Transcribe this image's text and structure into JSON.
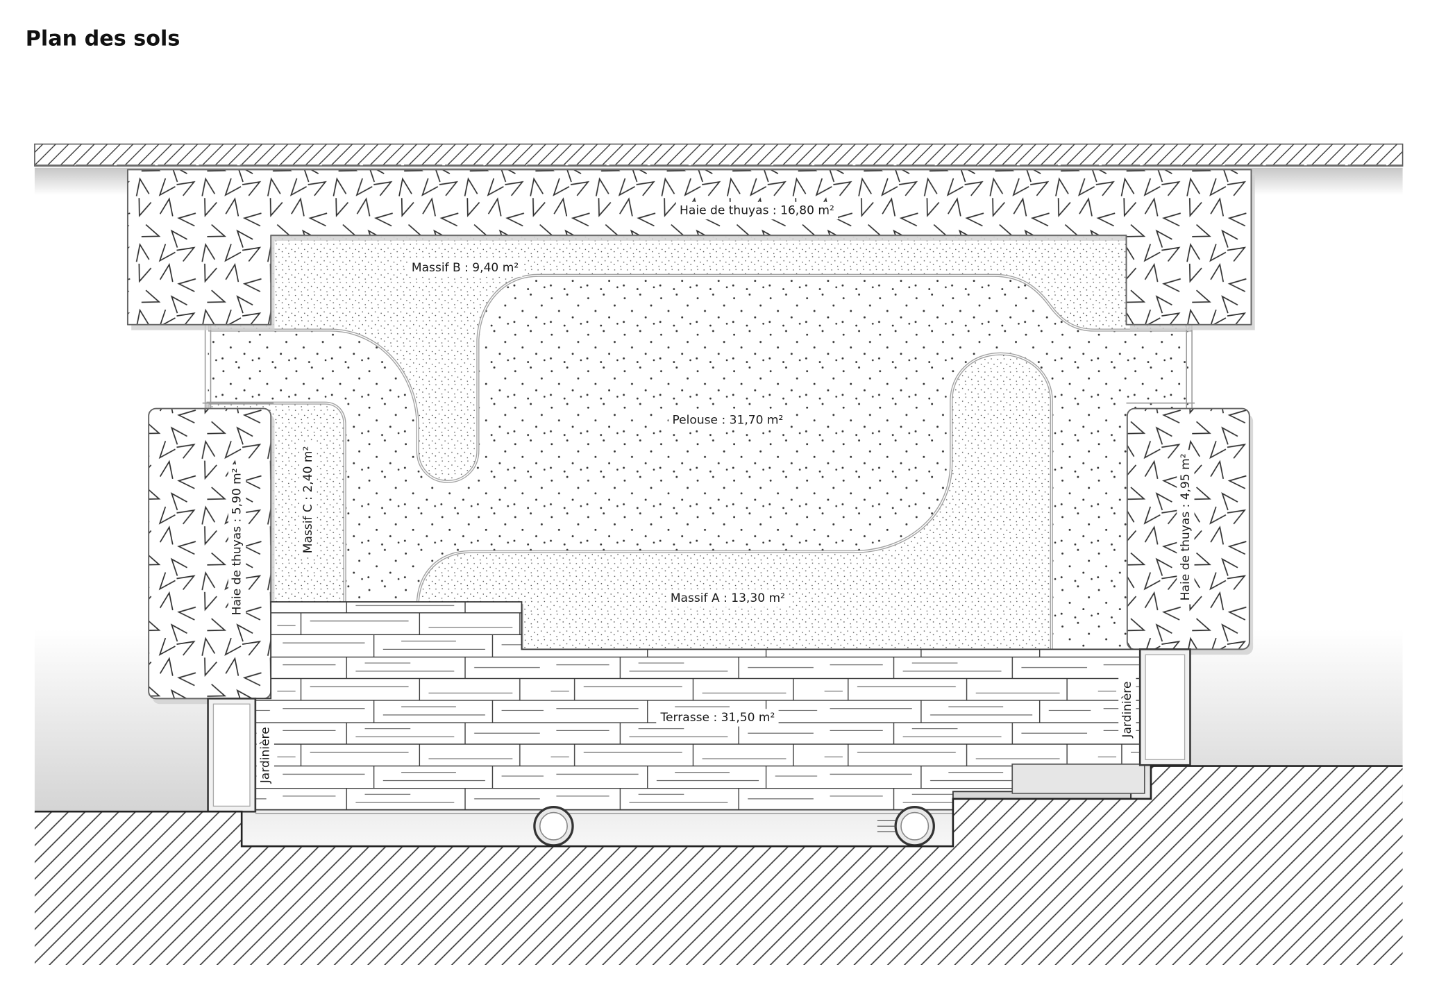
{
  "title": "Plan des sols",
  "zones": {
    "hedge_top": "Haie de thuyas : 16,80 m²",
    "massif_b": "Massif B : 9,40 m²",
    "lawn": "Pelouse : 31,70 m²",
    "massif_c": "Massif C : 2,40 m²",
    "hedge_left": "Haie de thuyas : 5,90 m²",
    "hedge_right": "Haie de thuyas : 4,95 m²",
    "massif_a": "Massif A : 13,30 m²",
    "terrace": "Terrasse : 31,50 m²",
    "planter_left": "Jardinière",
    "planter_right": "Jardinière"
  }
}
